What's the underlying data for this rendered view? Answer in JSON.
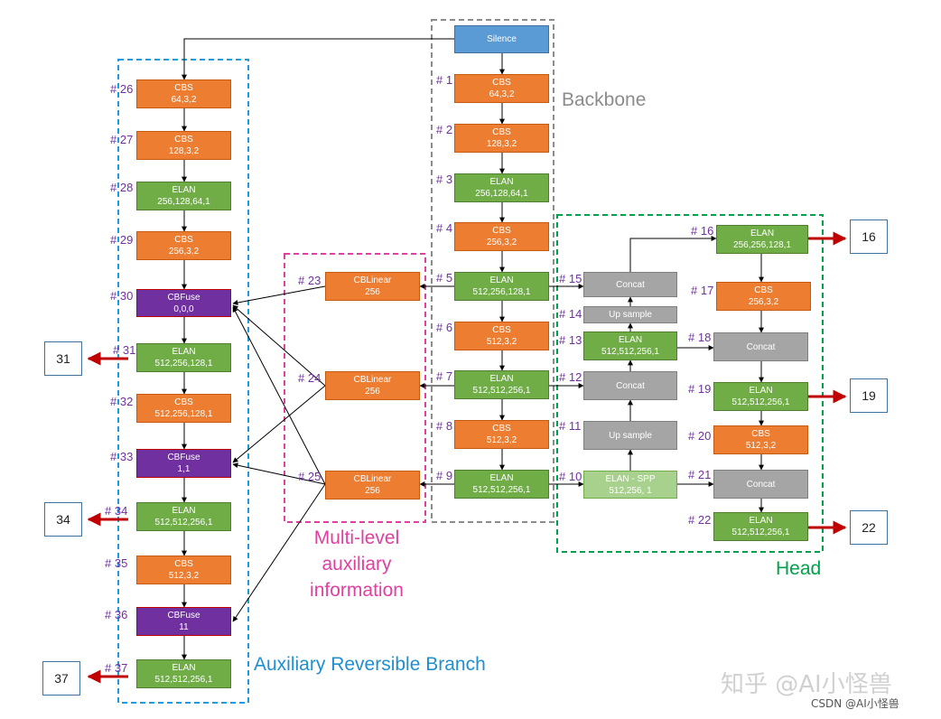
{
  "regions": {
    "backbone": {
      "label": "Backbone",
      "color": "#8C8C8C"
    },
    "head": {
      "label": "Head",
      "color": "#00A14B"
    },
    "multi_level": {
      "line1": "Multi-level",
      "line2": "auxiliary",
      "line3": "information",
      "color": "#E040A0"
    },
    "auxiliary": {
      "label": "Auxiliary Reversible Branch",
      "color": "#1F8FCF"
    }
  },
  "nodes": {
    "silence": {
      "title": "Silence",
      "params": ""
    },
    "n1": {
      "num": "# 1",
      "title": "CBS",
      "params": "64,3,2"
    },
    "n2": {
      "num": "# 2",
      "title": "CBS",
      "params": "128,3,2"
    },
    "n3": {
      "num": "# 3",
      "title": "ELAN",
      "params": "256,128,64,1"
    },
    "n4": {
      "num": "# 4",
      "title": "CBS",
      "params": "256,3,2"
    },
    "n5": {
      "num": "# 5",
      "title": "ELAN",
      "params": "512,256,128,1"
    },
    "n6": {
      "num": "# 6",
      "title": "CBS",
      "params": "512,3,2"
    },
    "n7": {
      "num": "# 7",
      "title": "ELAN",
      "params": "512,512,256,1"
    },
    "n8": {
      "num": "# 8",
      "title": "CBS",
      "params": "512,3,2"
    },
    "n9": {
      "num": "# 9",
      "title": "ELAN",
      "params": "512,512,256,1"
    },
    "n10": {
      "num": "# 10",
      "title": "ELAN - SPP",
      "params": "512,256, 1"
    },
    "n11": {
      "num": "# 11",
      "title": "Up sample",
      "params": ""
    },
    "n12": {
      "num": "# 12",
      "title": "Concat",
      "params": ""
    },
    "n13": {
      "num": "# 13",
      "title": "ELAN",
      "params": "512,512,256,1"
    },
    "n14": {
      "num": "# 14",
      "title": "Up sample",
      "params": ""
    },
    "n15": {
      "num": "# 15",
      "title": "Concat",
      "params": ""
    },
    "n16": {
      "num": "# 16",
      "title": "ELAN",
      "params": "256,256,128,1"
    },
    "n17": {
      "num": "# 17",
      "title": "CBS",
      "params": "256,3,2"
    },
    "n18": {
      "num": "# 18",
      "title": "Concat",
      "params": ""
    },
    "n19": {
      "num": "# 19",
      "title": "ELAN",
      "params": "512,512,256,1"
    },
    "n20": {
      "num": "# 20",
      "title": "CBS",
      "params": "512,3,2"
    },
    "n21": {
      "num": "# 21",
      "title": "Concat",
      "params": ""
    },
    "n22": {
      "num": "# 22",
      "title": "ELAN",
      "params": "512,512,256,1"
    },
    "n23": {
      "num": "# 23",
      "title": "CBLinear",
      "params": "256"
    },
    "n24": {
      "num": "# 24",
      "title": "CBLinear",
      "params": "256"
    },
    "n25": {
      "num": "# 25",
      "title": "CBLinear",
      "params": "256"
    },
    "n26": {
      "num": "# 26",
      "title": "CBS",
      "params": "64,3,2"
    },
    "n27": {
      "num": "# 27",
      "title": "CBS",
      "params": "128,3,2"
    },
    "n28": {
      "num": "# 28",
      "title": "ELAN",
      "params": "256,128,64,1"
    },
    "n29": {
      "num": "# 29",
      "title": "CBS",
      "params": "256,3,2"
    },
    "n30": {
      "num": "# 30",
      "title": "CBFuse",
      "params": "0,0,0"
    },
    "n31": {
      "num": "# 31",
      "title": "ELAN",
      "params": "512,256,128,1"
    },
    "n32": {
      "num": "# 32",
      "title": "CBS",
      "params": "512,256,128,1"
    },
    "n33": {
      "num": "# 33",
      "title": "CBFuse",
      "params": "1,1"
    },
    "n34": {
      "num": "# 34",
      "title": "ELAN",
      "params": "512,512,256,1"
    },
    "n35": {
      "num": "# 35",
      "title": "CBS",
      "params": "512,3,2"
    },
    "n36": {
      "num": "# 36",
      "title": "CBFuse",
      "params": "11"
    },
    "n37": {
      "num": "# 37",
      "title": "ELAN",
      "params": "512,512,256,1"
    }
  },
  "outputs": {
    "o16": "16",
    "o19": "19",
    "o22": "22",
    "o31": "31",
    "o34": "34",
    "o37": "37"
  },
  "colors": {
    "cbs": "#ED7D31",
    "elan": "#70AD47",
    "concat": "#A5A5A5",
    "cbfuse": "#7030A0",
    "silence": "#5B9BD5",
    "spp": "#A9D18E",
    "output_arrow": "#C00000",
    "label_number": "#7030A0"
  },
  "watermark": {
    "main": "知乎 @AI小怪兽",
    "sub": "CSDN @AI小怪兽"
  }
}
